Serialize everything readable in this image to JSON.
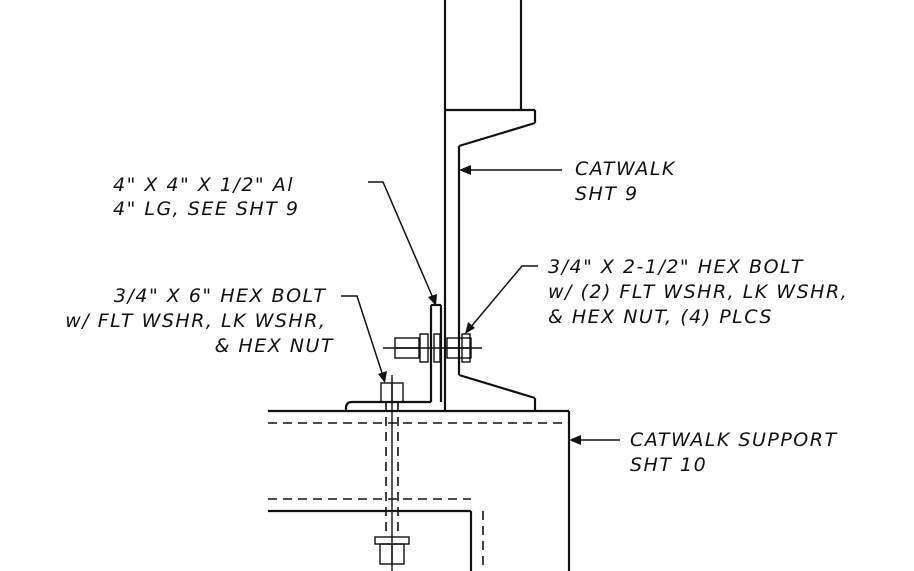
{
  "callouts": {
    "angle": {
      "lines": [
        "4\" X 4\" X 1/2\" Al",
        "4\" LG, SEE SHT 9"
      ]
    },
    "catwalk": {
      "lines": [
        "CATWALK",
        "SHT 9"
      ]
    },
    "hex_bolt_large": {
      "lines": [
        "3/4\" X 2-1/2\" HEX BOLT",
        "w/ (2) FLT WSHR, LK WSHR,",
        "& HEX NUT, (4) PLCS"
      ]
    },
    "hex_bolt_small": {
      "lines": [
        "3/4\" X 6\" HEX BOLT",
        "w/ FLT WSHR, LK WSHR,",
        "& HEX NUT"
      ]
    },
    "catwalk_support": {
      "lines": [
        "CATWALK SUPPORT",
        "SHT 10"
      ]
    }
  }
}
